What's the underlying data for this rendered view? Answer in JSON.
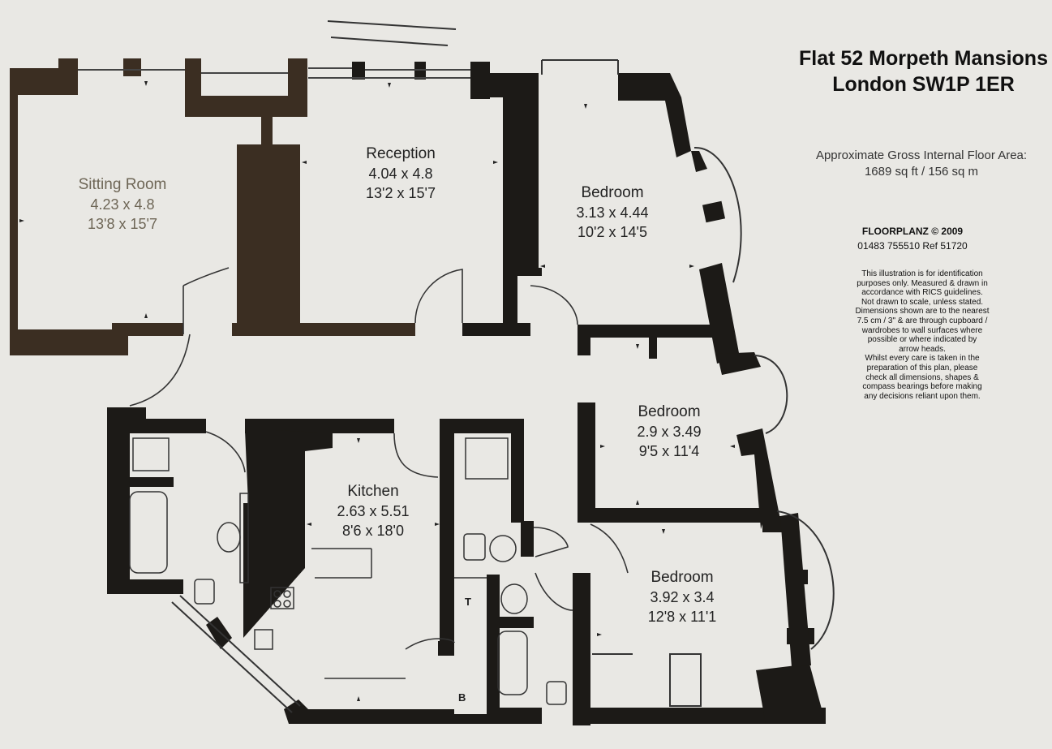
{
  "title": {
    "line1": "Flat 52 Morpeth Mansions",
    "line2": "London SW1P 1ER"
  },
  "area": {
    "label": "Approximate Gross Internal Floor Area:",
    "value": "1689 sq ft / 156 sq m"
  },
  "brand": {
    "name": "FLOORPLANZ © 2009",
    "contact": "01483 755510   Ref 51720"
  },
  "disclaimer": [
    "This illustration is for identification",
    "purposes only. Measured & drawn in",
    "accordance with RICS guidelines.",
    "Not drawn to scale, unless stated.",
    "Dimensions shown are to the nearest",
    "7.5 cm / 3\" & are through cupboard /",
    "wardrobes to wall surfaces where",
    "possible or where indicated by",
    "arrow heads.",
    "Whilst every care is taken in the",
    "preparation of this plan, please",
    "check all dimensions, shapes &",
    "compass bearings before making",
    "any decisions reliant upon them."
  ],
  "rooms": {
    "sitting": {
      "name": "Sitting Room",
      "metric": "4.23 x 4.8",
      "imperial": "13'8 x 15'7"
    },
    "reception": {
      "name": "Reception",
      "metric": "4.04 x 4.8",
      "imperial": "13'2 x 15'7"
    },
    "bedroom1": {
      "name": "Bedroom",
      "metric": "3.13 x 4.44",
      "imperial": "10'2 x 14'5"
    },
    "bedroom2": {
      "name": "Bedroom",
      "metric": "2.9 x 3.49",
      "imperial": "9'5 x 11'4"
    },
    "kitchen": {
      "name": "Kitchen",
      "metric": "2.63 x 5.51",
      "imperial": "8'6 x 18'0"
    },
    "bedroom3": {
      "name": "Bedroom",
      "metric": "3.92 x 3.4",
      "imperial": "12'8 x 11'1"
    }
  },
  "fixtures": {
    "t": "T",
    "b": "B"
  },
  "colors": {
    "wall": "#1c1a17",
    "wall_brown": "#3b2e22",
    "paper": "#e9e8e4"
  }
}
